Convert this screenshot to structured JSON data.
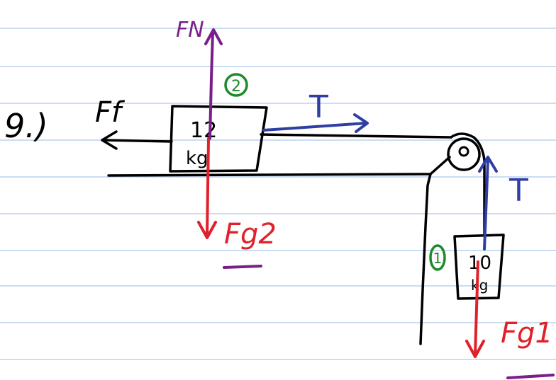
{
  "problem_number": "9.)",
  "block2": {
    "circle_label": "2",
    "mass_value": "12",
    "mass_unit": "kg"
  },
  "block1": {
    "circle_label": "1",
    "mass_value": "10",
    "mass_unit": "kg"
  },
  "forces": {
    "normal": "FN",
    "friction": "Ff",
    "tension_horizontal": "T",
    "tension_vertical": "T",
    "gravity_block2": "Fg2",
    "gravity_block1": "Fg1"
  },
  "colors": {
    "ruled_lines": "#b9d2ee",
    "ink_black": "#000000",
    "ink_purple": "#7a1e8a",
    "ink_blue": "#2f3ea3",
    "ink_red": "#e0202a",
    "ink_green": "#1f8a2a",
    "paper": "#ffffff"
  }
}
